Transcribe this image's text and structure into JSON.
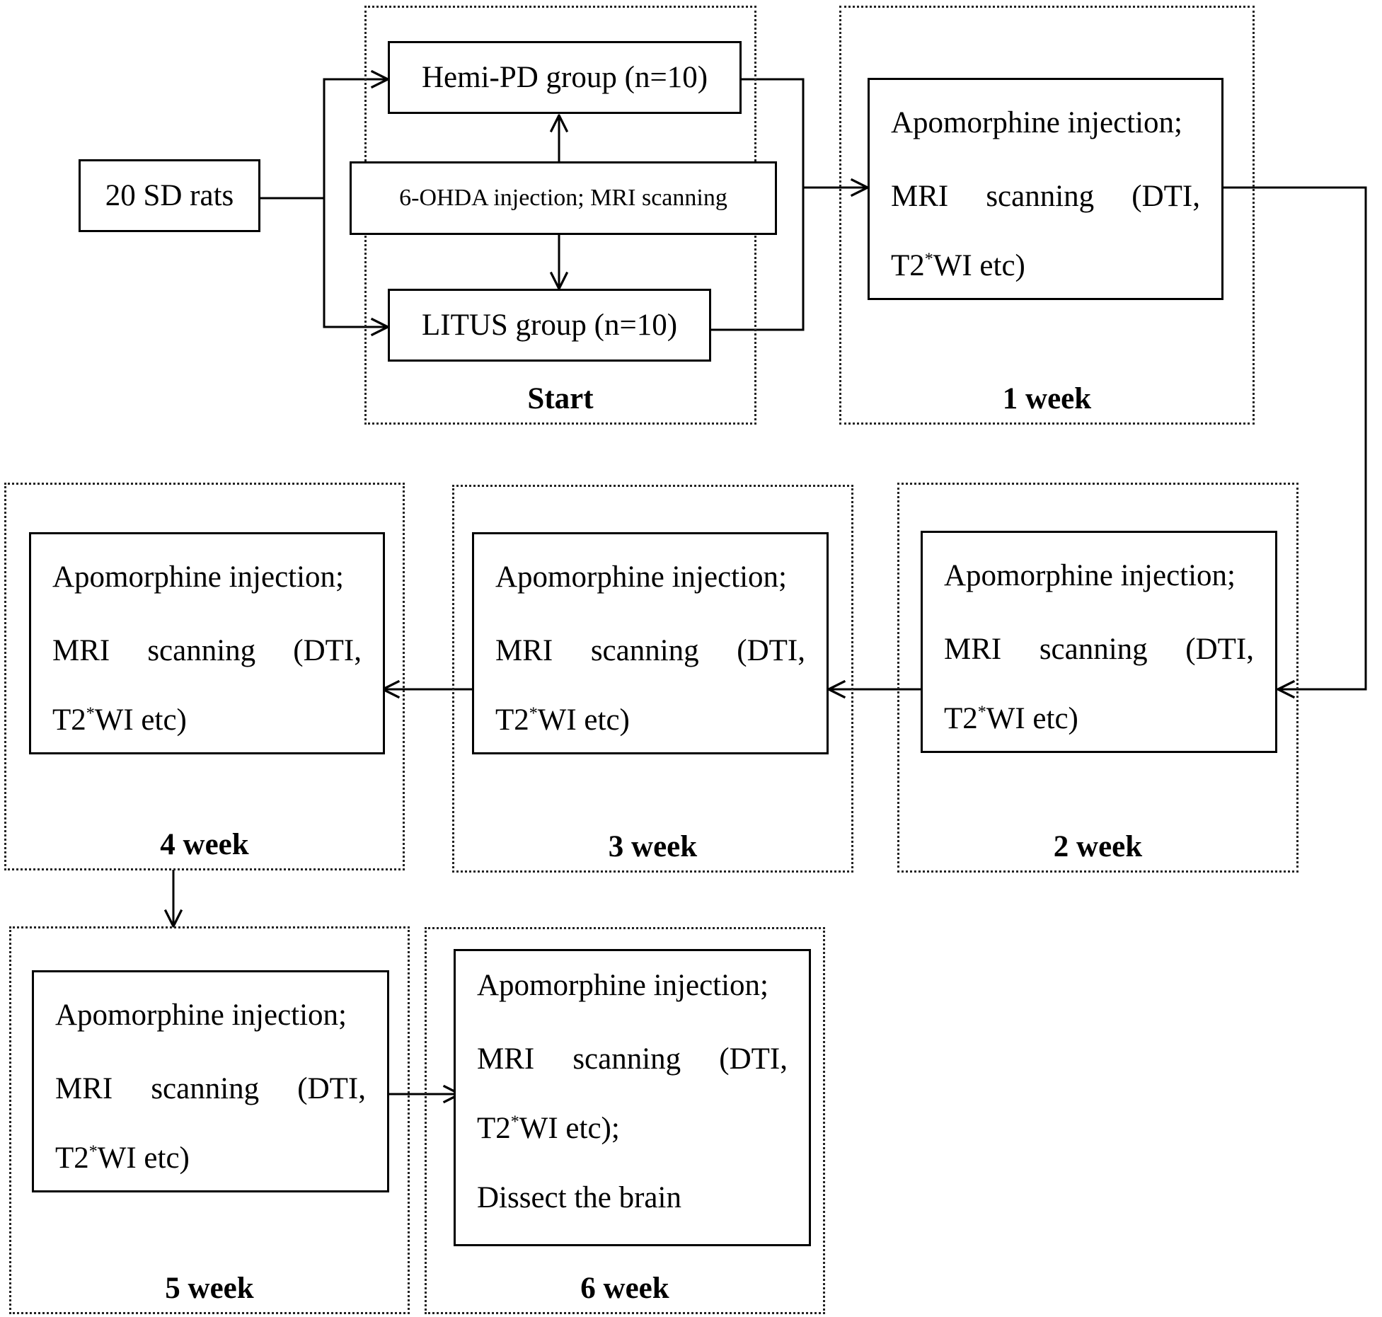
{
  "source": {
    "label": "20 SD rats"
  },
  "groups": {
    "hemi_pd": "Hemi-PD group (n=10)",
    "litus": "LITUS group (n=10)",
    "procedure": "6-OHDA injection; MRI scanning"
  },
  "step": {
    "line1": "Apomorphine injection;",
    "line2_word1": "MRI",
    "line2_word2": "scanning",
    "line2_word3": "(DTI,",
    "line3_pre": "T2",
    "line3_sup": "*",
    "line3_post": "WI etc)",
    "line3_post_final": "WI etc);",
    "line4_final": "Dissect the brain"
  },
  "stages": {
    "start": "Start",
    "week1": "1 week",
    "week2": "2 week",
    "week3": "3 week",
    "week4": "4 week",
    "week5": "5 week",
    "week6": "6 week"
  }
}
